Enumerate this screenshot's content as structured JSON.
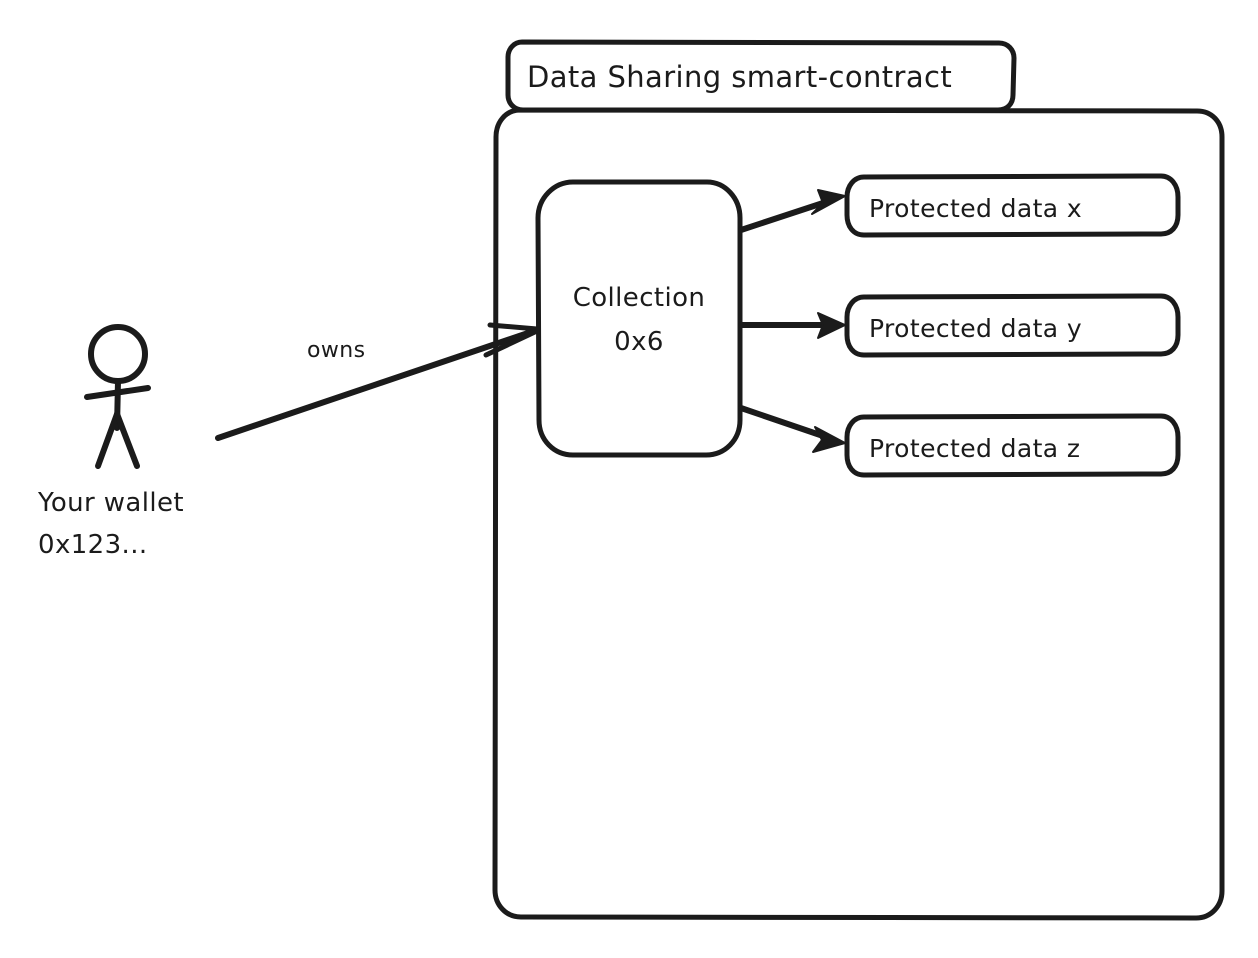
{
  "diagram": {
    "title": "Data Sharing smart-contract",
    "style": "hand-drawn whiteboard sketch",
    "background_color": "#ffffff",
    "stroke_color": "#1b1b1b",
    "fill_color": "#ffffff"
  },
  "container": {
    "label": "Data Sharing smart-contract"
  },
  "actor": {
    "icon": "stick-figure-person-icon",
    "label_line1": "Your wallet",
    "label_line2": "0x123..."
  },
  "edges": {
    "owns_label": "owns",
    "collection_to_data": [
      "",
      "",
      ""
    ]
  },
  "collection": {
    "label_line1": "Collection",
    "label_line2": "0x6"
  },
  "protected_data": [
    {
      "label": "Protected data x"
    },
    {
      "label": "Protected data y"
    },
    {
      "label": "Protected data z"
    }
  ]
}
